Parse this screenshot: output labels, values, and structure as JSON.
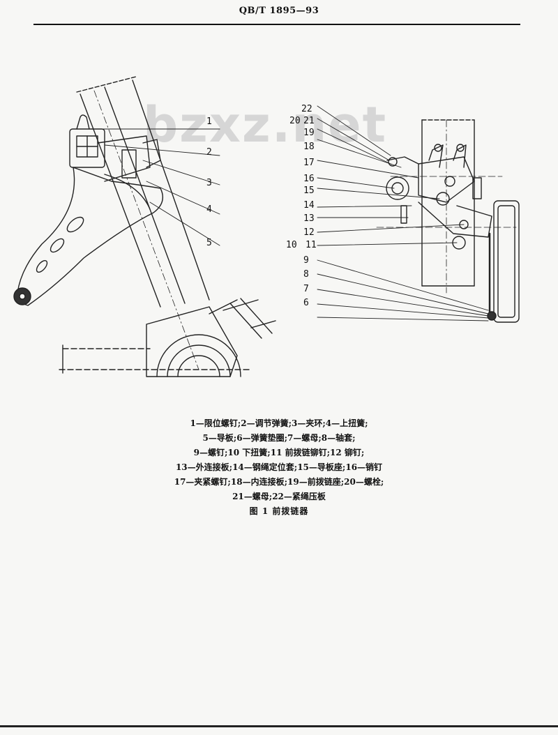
{
  "header": {
    "standard_code": "QB/T 1895—93"
  },
  "watermark": "bzxz.net",
  "figure": {
    "callouts_left": [
      "1",
      "2",
      "3",
      "4",
      "5"
    ],
    "callouts_right": [
      "22",
      "20",
      "21",
      "19",
      "18",
      "17",
      "16",
      "15",
      "14",
      "13",
      "12",
      "10",
      "11",
      "9",
      "8",
      "7",
      "6"
    ]
  },
  "caption": {
    "legend_lines": [
      "1—限位螺钉;2—调节弹簧;3—夹环;4—上扭簧;",
      "5—导板;6—弹簧垫圈;7—螺母;8—轴套;",
      "9—螺钉;10 下扭簧;11 前拨链铆钉;12 铆钉;",
      "13—外连接板;14—钢绳定位套;15—导板座;16—销钉",
      "17—夹紧螺钉;18—内连接板;19—前拨链座;20—螺栓;",
      "21—螺母;22—紧绳压板"
    ],
    "figure_title": "图 1   前拨链器"
  }
}
